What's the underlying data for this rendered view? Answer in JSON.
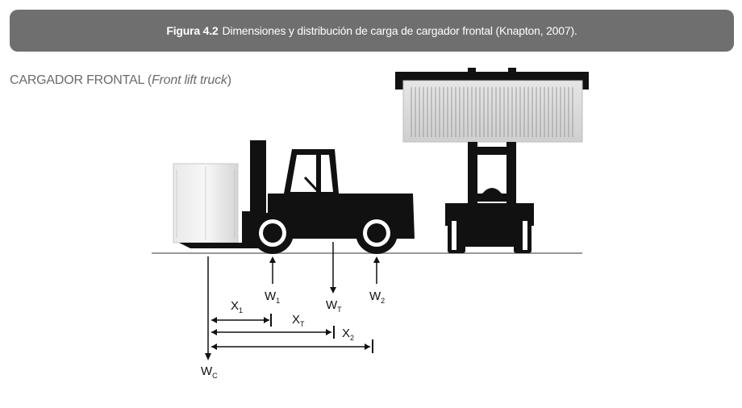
{
  "caption": {
    "figure_number": "Figura 4.2",
    "text": "Dimensiones y distribución de carga de cargador frontal (Knapton, 2007)."
  },
  "section": {
    "title": "CARGADOR FRONTAL (",
    "subtitle": "Front lift truck",
    "close": ")"
  },
  "labels": {
    "w1": {
      "main": "W",
      "sub": "1"
    },
    "wt": {
      "main": "W",
      "sub": "T"
    },
    "w2": {
      "main": "W",
      "sub": "2"
    },
    "wc": {
      "main": "W",
      "sub": "C"
    },
    "x1": {
      "main": "X",
      "sub": "1"
    },
    "xt": {
      "main": "X",
      "sub": "T"
    },
    "x2": {
      "main": "X",
      "sub": "2"
    }
  },
  "colors": {
    "caption_bg": "#6f6f6f",
    "ink": "#111111",
    "ground": "#9a9a9a"
  }
}
